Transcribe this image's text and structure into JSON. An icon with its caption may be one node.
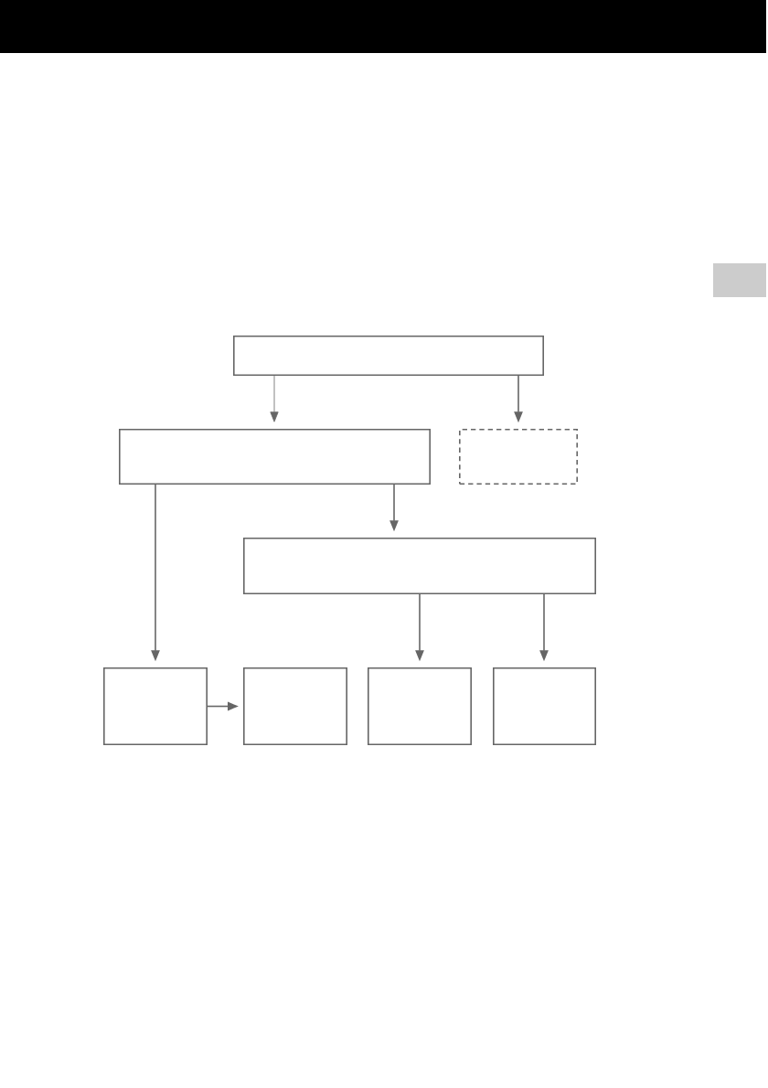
{
  "diagram": {
    "nodes": [
      {
        "text": [],
        "shape": "box"
      },
      {
        "text": [],
        "shape": "box"
      },
      {
        "text": [],
        "shape": "box"
      },
      {
        "text": [],
        "shape": "box"
      },
      {
        "text": [],
        "shape": "box"
      },
      {
        "text": [],
        "shape": "box"
      },
      {
        "text": [],
        "shape": "box"
      },
      {
        "text": [],
        "shape": "box"
      }
    ],
    "edges": [
      {
        "from": 0,
        "to": 1,
        "arrow": "to"
      },
      {
        "from": 0,
        "to": 2,
        "arrow": "to"
      },
      {
        "from": 1,
        "to": 4,
        "arrow": "to"
      },
      {
        "from": 1,
        "to": 3,
        "arrow": "to"
      },
      {
        "from": 3,
        "to": 6,
        "arrow": "to"
      },
      {
        "from": 3,
        "to": 7,
        "arrow": "to"
      },
      {
        "from": 4,
        "to": 5,
        "arrow": "to"
      }
    ]
  }
}
